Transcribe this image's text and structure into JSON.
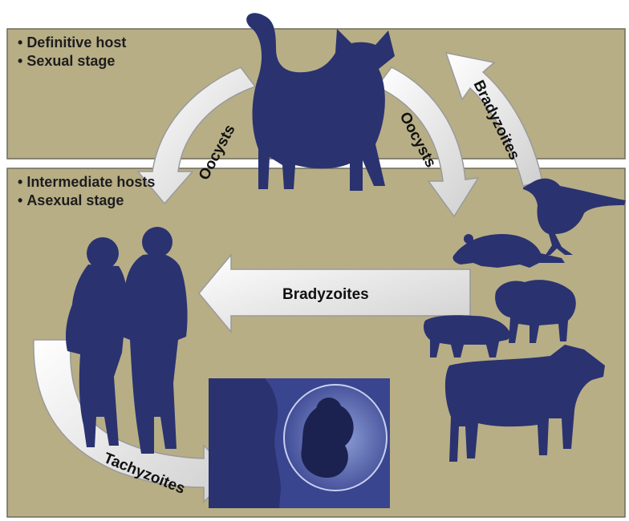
{
  "panels": {
    "definitive": {
      "bullets": [
        "Definitive host",
        "Sexual stage"
      ]
    },
    "intermediate": {
      "bullets": [
        "Intermediate hosts",
        "Asexual stage"
      ]
    }
  },
  "arrows": {
    "oocysts_left": "Oocysts",
    "oocysts_right": "Oocysts",
    "bradyzoites_bird": "Bradyzoites",
    "bradyzoites_main": "Bradyzoites",
    "tachyzoites": "Tachyzoites"
  },
  "colors": {
    "panel": "#b7ae86",
    "panel_border": "#6e6a5a",
    "silhouette": "#2a3270",
    "arrow_fill": "#f1f1f1",
    "arrow_stroke": "#9a9a9a",
    "fetus_bg": "#3a4590"
  },
  "icons": [
    "cat-silhouette",
    "bird-silhouette",
    "mouse-silhouette",
    "sheep-silhouette",
    "pig-silhouette",
    "cow-silhouette",
    "couple-silhouette",
    "pregnant-fetus-inset"
  ]
}
